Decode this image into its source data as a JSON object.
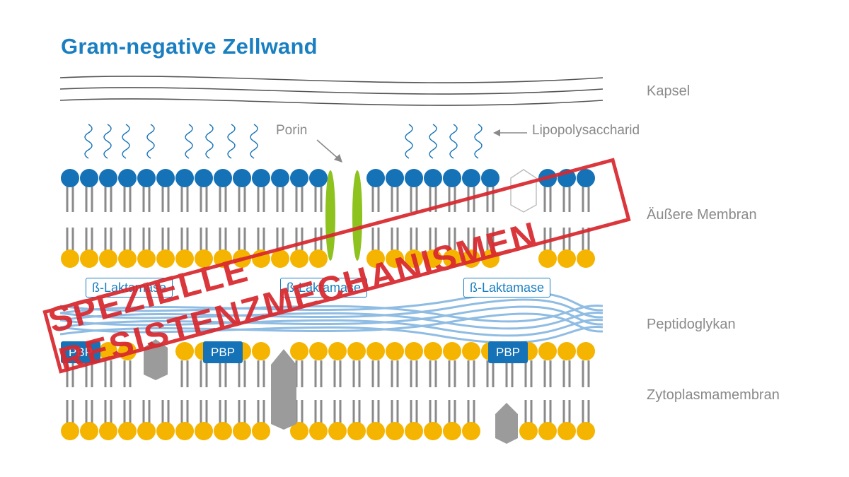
{
  "title": "Gram-negative Zellwand",
  "layers": {
    "capsule": "Kapsel",
    "outer_membrane": "Äußere Membran",
    "peptidoglycan": "Peptidoglykan",
    "cytoplasm_membrane": "Zytoplasmamembran"
  },
  "callouts": {
    "porin": "Porin",
    "lps": "Lipopolysaccharid"
  },
  "enzymes": [
    "ß-Laktamase",
    "ß-Laktamase",
    "ß-Laktamase"
  ],
  "proteins": [
    "PBP",
    "PBP",
    "PBP"
  ],
  "stamp": "SPEZIELLE RESISTENZMECHANISMEN",
  "colors": {
    "title": "#1a7fc1",
    "lipid_head_outer": "#1572b7",
    "lipid_head_inner": "#f5b400",
    "porin": "#8dc21f",
    "peptidoglycan": "#8fbce3",
    "protein": "#9b9b9b",
    "stamp": "#d8282f"
  }
}
